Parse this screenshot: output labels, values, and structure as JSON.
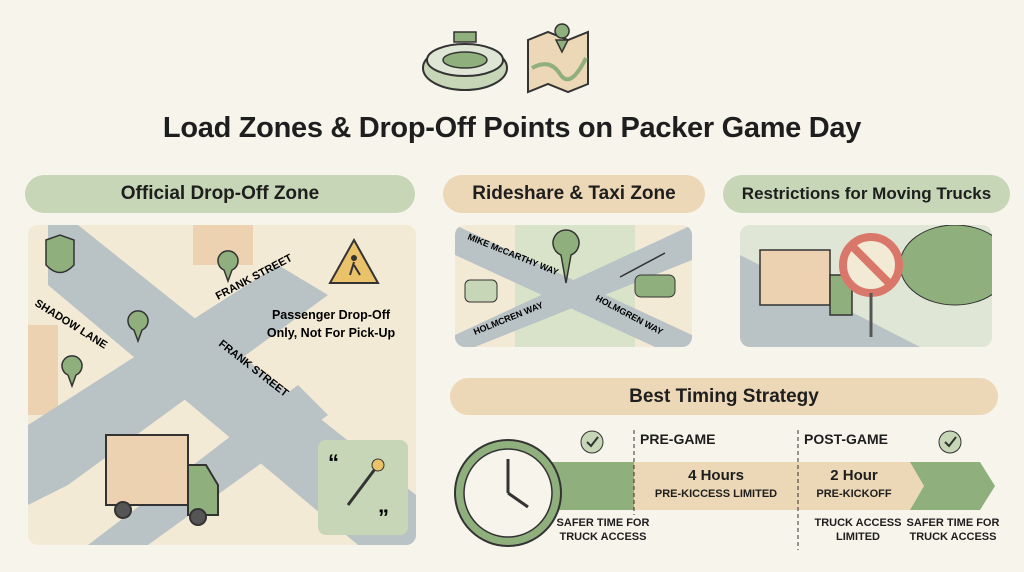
{
  "title": "Load Zones & Drop-Off Points on Packer Game Day",
  "header_icons": [
    "stadium-icon",
    "map-icon"
  ],
  "sections": {
    "dropoff": {
      "heading": "Official Drop-Off Zone",
      "streets": [
        "FRANK STREET",
        "SHADOW LANE",
        "FRANK STREET"
      ],
      "note_line1": "Passenger Drop-Off",
      "note_line2": "Only, Not For Pick-Up"
    },
    "rideshare": {
      "heading": "Rideshare & Taxi Zone",
      "streets": [
        "MIKE McCARTHY WAY",
        "HOLMCREN WAY",
        "HOLMGREN WAY"
      ]
    },
    "trucks": {
      "heading": "Restrictions for Moving Trucks"
    },
    "timing": {
      "heading": "Best Timing Strategy",
      "pre_game": "PRE-GAME",
      "post_game": "POST-GAME",
      "seg1_title": "4 Hours",
      "seg1_sub": "PRE-KICCESS LIMITED",
      "seg2_title": "2 Hour",
      "seg2_sub": "PRE-KICKOFF",
      "label_left_1": "SAFER TIME FOR",
      "label_left_2": "TRUCK ACCESS",
      "label_mid_1": "TRUCK ACCESS",
      "label_mid_2": "LIMITED",
      "label_right_1": "SAFER TIME FOR",
      "label_right_2": "TRUCK ACCESS"
    }
  },
  "colors": {
    "green": "#c7d6b6",
    "tan": "#ecd7b6",
    "dark_green": "#7f9e6e",
    "road": "#b9c3c6",
    "red": "#d9776a"
  }
}
